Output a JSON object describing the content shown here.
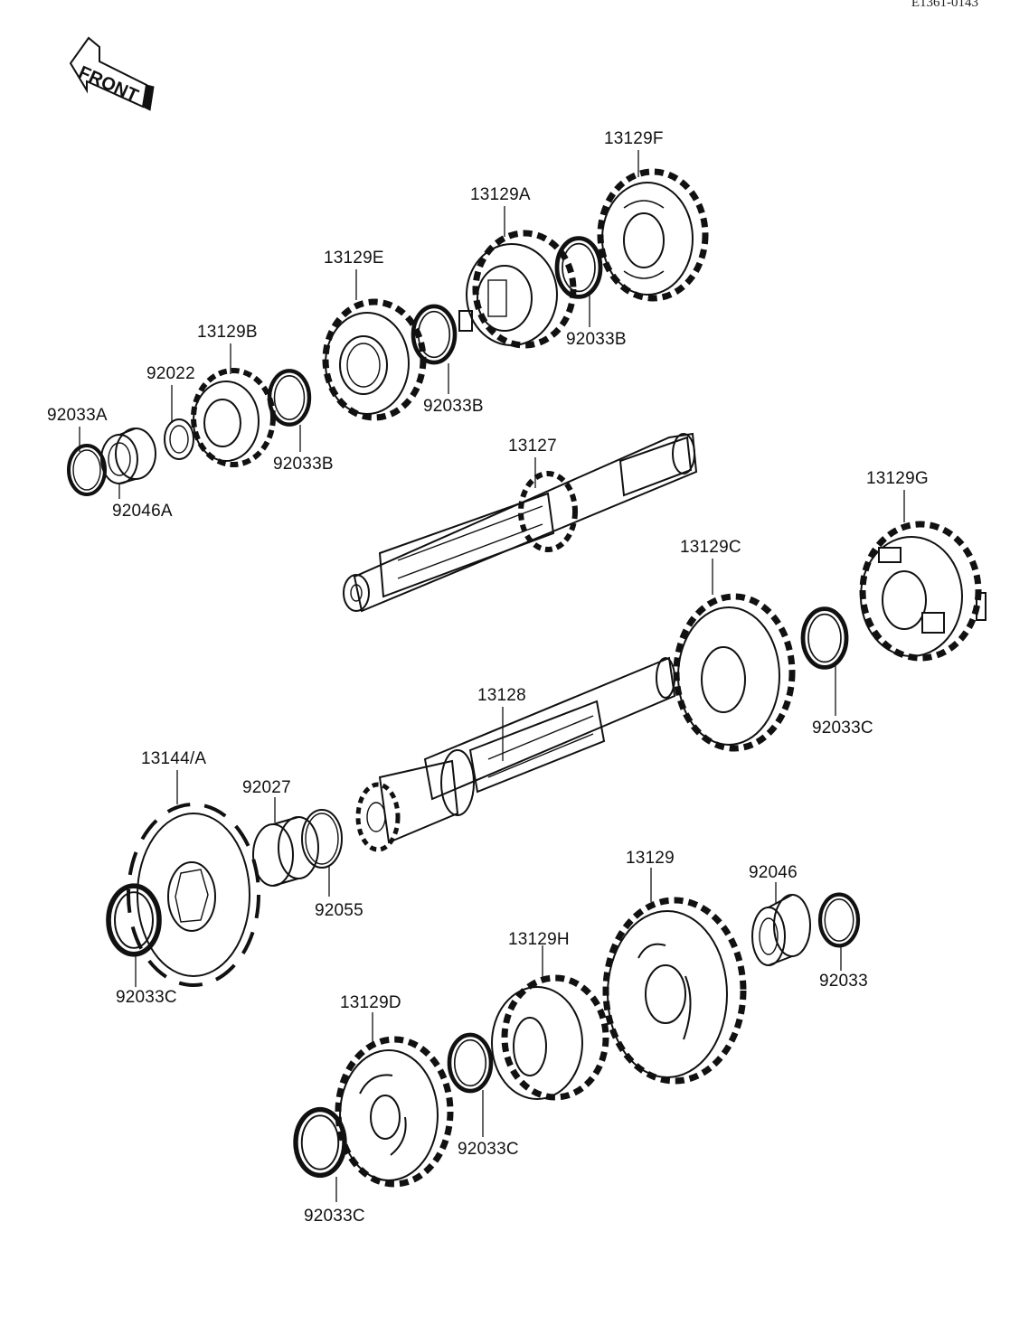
{
  "diagram_code": "E1361-0143",
  "front_arrow_label": "FRONT",
  "parts": [
    {
      "id": "13129F",
      "label": "13129F"
    },
    {
      "id": "13129A",
      "label": "13129A"
    },
    {
      "id": "13129E",
      "label": "13129E"
    },
    {
      "id": "92033B-top",
      "label": "92033B"
    },
    {
      "id": "92033B-mid",
      "label": "92033B"
    },
    {
      "id": "13129B",
      "label": "13129B"
    },
    {
      "id": "92022",
      "label": "92022"
    },
    {
      "id": "92033A",
      "label": "92033A"
    },
    {
      "id": "92033B-left",
      "label": "92033B"
    },
    {
      "id": "92046A",
      "label": "92046A"
    },
    {
      "id": "13127",
      "label": "13127"
    },
    {
      "id": "13129G",
      "label": "13129G"
    },
    {
      "id": "13129C",
      "label": "13129C"
    },
    {
      "id": "92033C-right",
      "label": "92033C"
    },
    {
      "id": "13128",
      "label": "13128"
    },
    {
      "id": "13144A",
      "label": "13144/A"
    },
    {
      "id": "92027",
      "label": "92027"
    },
    {
      "id": "92055",
      "label": "92055"
    },
    {
      "id": "13129",
      "label": "13129"
    },
    {
      "id": "92046",
      "label": "92046"
    },
    {
      "id": "92033",
      "label": "92033"
    },
    {
      "id": "92033C-left",
      "label": "92033C"
    },
    {
      "id": "13129H",
      "label": "13129H"
    },
    {
      "id": "13129D",
      "label": "13129D"
    },
    {
      "id": "92033C-mid",
      "label": "92033C"
    },
    {
      "id": "92033C-bottom",
      "label": "92033C"
    }
  ]
}
